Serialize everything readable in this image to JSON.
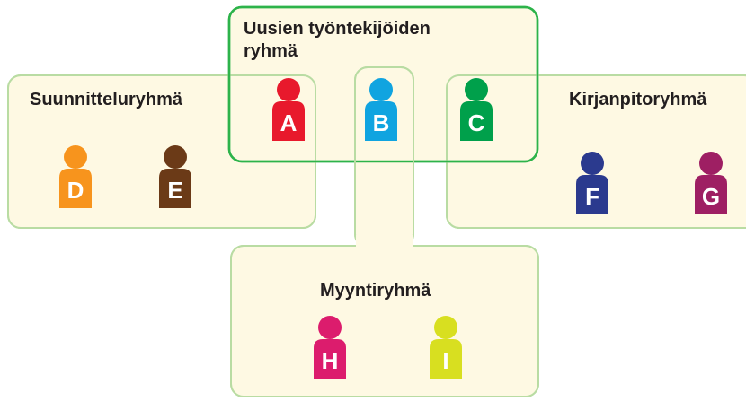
{
  "groups": {
    "design": {
      "title": "Suunnitteluryhmä"
    },
    "accounting": {
      "title": "Kirjanpitoryhmä"
    },
    "sales": {
      "title": "Myyntiryhmä"
    },
    "new_employees": {
      "title_line1": "Uusien työntekijöiden",
      "title_line2": "ryhmä"
    }
  },
  "people": {
    "A": {
      "letter": "A",
      "color": "#e8192c"
    },
    "B": {
      "letter": "B",
      "color": "#10a4e0"
    },
    "C": {
      "letter": "C",
      "color": "#00a04b"
    },
    "D": {
      "letter": "D",
      "color": "#f7941d"
    },
    "E": {
      "letter": "E",
      "color": "#6b3a17"
    },
    "F": {
      "letter": "F",
      "color": "#2b3a8e"
    },
    "G": {
      "letter": "G",
      "color": "#9e1f63"
    },
    "H": {
      "letter": "H",
      "color": "#dc1c6d"
    },
    "I": {
      "letter": "I",
      "color": "#d8df20"
    }
  },
  "colors": {
    "group_fill": "#fef9e3",
    "group_border": "#b9dca3",
    "highlight_border": "#2db34a"
  }
}
